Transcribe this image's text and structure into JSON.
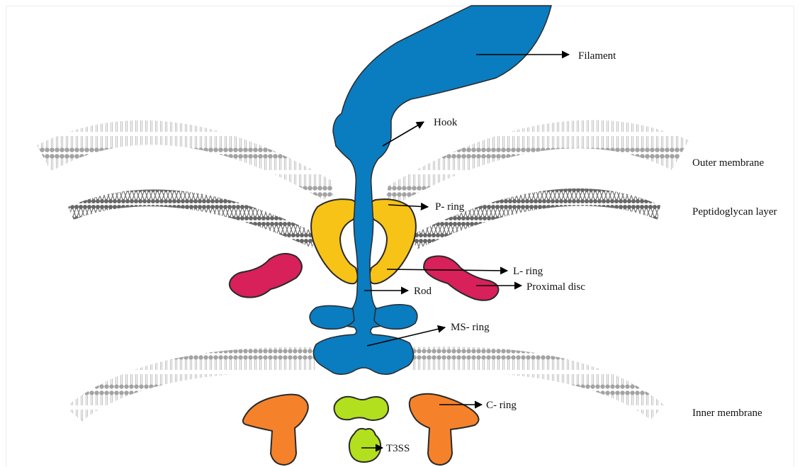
{
  "labels": {
    "filament": "Filament",
    "hook": "Hook",
    "outer_membrane": "Outer membrane",
    "p_ring": "P- ring",
    "peptidoglycan_layer": "Peptidoglycan layer",
    "l_ring": "L- ring",
    "proximal_disc": "Proximal disc",
    "rod": "Rod",
    "ms_ring": "MS- ring",
    "c_ring": "C- ring",
    "inner_membrane": "Inner membrane",
    "t3ss": "T3SS"
  },
  "colors": {
    "filament_blue": "#0a7cc0",
    "p_ring_yellow": "#f8c317",
    "l_ring_red": "#d8205a",
    "c_ring_orange": "#f5822a",
    "t3ss_green": "#b2e01e",
    "membrane_gray": "#9a9a9a",
    "outline": "#2a2a2a",
    "arrow": "#000000"
  }
}
